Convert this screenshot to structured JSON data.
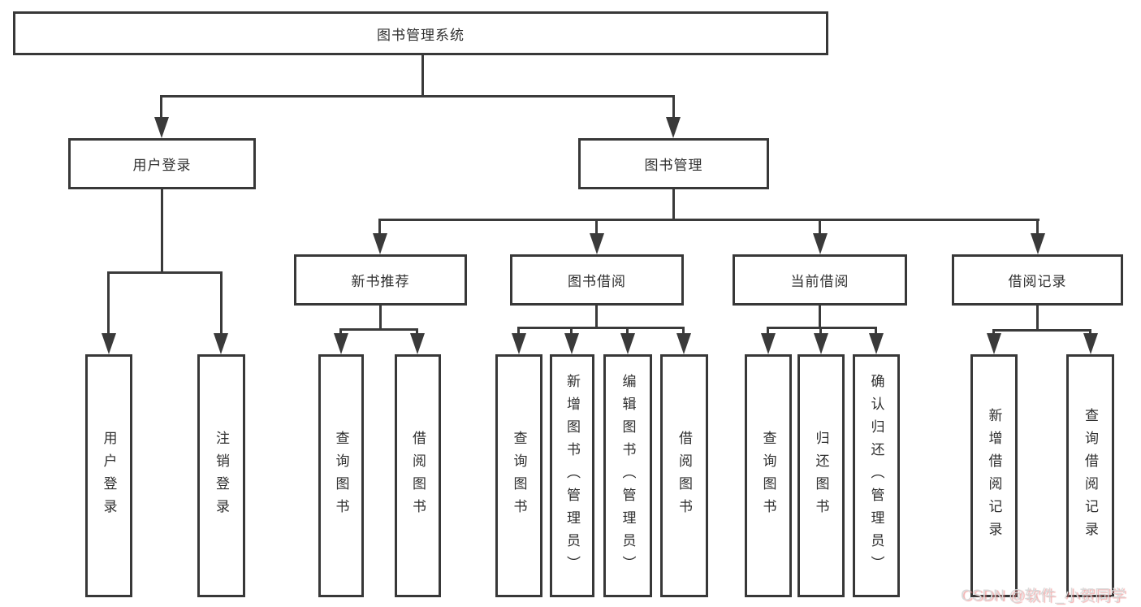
{
  "tree": {
    "root": {
      "label": "图书管理系统",
      "children": [
        {
          "label": "用户登录",
          "children": [
            {
              "label": "用户登录"
            },
            {
              "label": "注销登录"
            }
          ]
        },
        {
          "label": "图书管理",
          "children": [
            {
              "label": "新书推荐",
              "children": [
                {
                  "label": "查询图书"
                },
                {
                  "label": "借阅图书"
                }
              ]
            },
            {
              "label": "图书借阅",
              "children": [
                {
                  "label": "查询图书"
                },
                {
                  "label": "新增图书（管理员）"
                },
                {
                  "label": "编辑图书（管理员）"
                },
                {
                  "label": "借阅图书"
                }
              ]
            },
            {
              "label": "当前借阅",
              "children": [
                {
                  "label": "查询图书"
                },
                {
                  "label": "归还图书"
                },
                {
                  "label": "确认归还（管理员）"
                }
              ]
            },
            {
              "label": "借阅记录",
              "children": [
                {
                  "label": "新增借阅记录"
                },
                {
                  "label": "查询借阅记录"
                }
              ]
            }
          ]
        }
      ]
    }
  },
  "watermark": {
    "text": "CSDN @软件_小贺同学"
  },
  "colors": {
    "line": "#3a3a3a",
    "border": "#383838",
    "text": "#2f2f2f",
    "watermark": "#d9d9d9",
    "watermark_shadow": "#e87878"
  }
}
